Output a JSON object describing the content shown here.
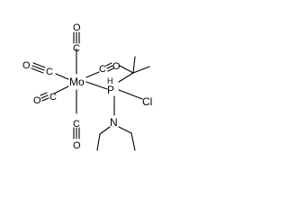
{
  "molecule": {
    "atoms": {
      "mo": "Mo",
      "p": "P",
      "h": "H",
      "cl": "Cl",
      "n": "N",
      "o_top": "O",
      "o_upper_left": "O",
      "o_upper_right": "O",
      "o_lower_left": "O",
      "o_bottom": "O",
      "c_top": "C",
      "c_upper_left": "C",
      "c_upper_right": "C",
      "c_lower_left": "C",
      "c_bottom": "C"
    },
    "colors": {
      "ink": "#000000",
      "background": "#ffffff"
    }
  }
}
